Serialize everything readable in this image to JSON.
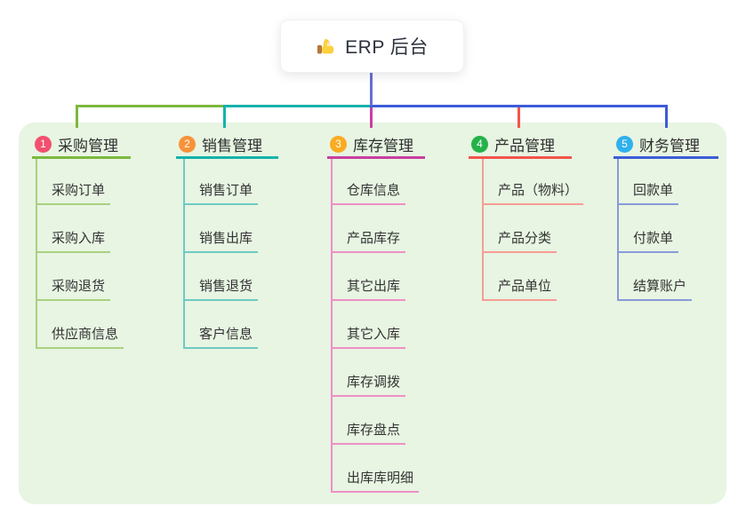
{
  "root": {
    "label": "ERP 后台",
    "icon": "thumbs-up-icon"
  },
  "colors": {
    "root_connector": "#6470d4",
    "panel_bg": "#e7f5e2",
    "card_bg": "#ffffff"
  },
  "branches": [
    {
      "badge": "1",
      "title": "采购管理",
      "color": "#7cb83e",
      "light": "#abd07f",
      "badge_color": "#f2506e",
      "items": [
        "采购订单",
        "采购入库",
        "采购退货",
        "供应商信息"
      ]
    },
    {
      "badge": "2",
      "title": "销售管理",
      "color": "#14b3ac",
      "light": "#6fcac4",
      "badge_color": "#f8923a",
      "items": [
        "销售订单",
        "销售出库",
        "销售退货",
        "客户信息"
      ]
    },
    {
      "badge": "3",
      "title": "库存管理",
      "color": "#c8409f",
      "light": "#ef8fc6",
      "badge_color": "#fbab22",
      "items": [
        "仓库信息",
        "产品库存",
        "其它出库",
        "其它入库",
        "库存调拨",
        "库存盘点",
        "出库库明细"
      ]
    },
    {
      "badge": "4",
      "title": "产品管理",
      "color": "#f4544b",
      "light": "#f79c95",
      "badge_color": "#25b14a",
      "items": [
        "产品（物料）",
        "产品分类",
        "产品单位"
      ]
    },
    {
      "badge": "5",
      "title": "财务管理",
      "color": "#3d5cd8",
      "light": "#8a9ad8",
      "badge_color": "#30b0ee",
      "items": [
        "回款单",
        "付款单",
        "结算账户"
      ]
    }
  ]
}
